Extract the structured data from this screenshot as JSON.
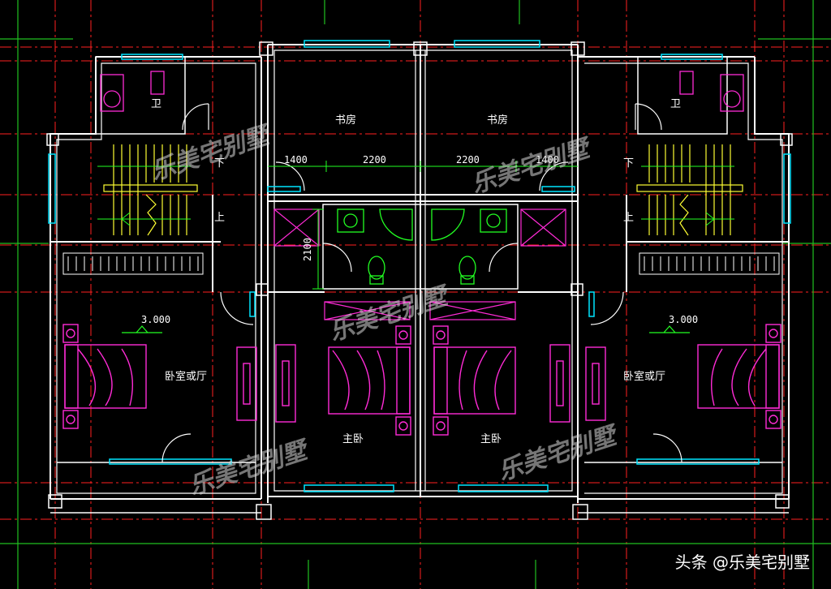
{
  "rooms": {
    "bathroom_left": "卫",
    "bathroom_right": "卫",
    "study_left": "书房",
    "study_right": "书房",
    "bedroom_or_hall_left": "卧室或厅",
    "bedroom_or_hall_right": "卧室或厅",
    "master_bedroom_left": "主卧",
    "master_bedroom_right": "主卧"
  },
  "stairs": {
    "down_left": "下",
    "up_left": "上",
    "down_right": "下",
    "up_right": "上"
  },
  "dimensions": {
    "d1": "1400",
    "d2": "2200",
    "d3": "2200",
    "d4": "1400",
    "d5": "2100"
  },
  "levels": {
    "left": "3.000",
    "right": "3.000"
  },
  "watermark": "乐美宅别墅",
  "credit": "头条 @乐美宅别墅",
  "colors": {
    "background": "#000000",
    "wall": "#ffffff",
    "window": "#00e5ff",
    "furniture": "#ff2bd6",
    "stairs": "#ffff33",
    "fixtures": "#22ff22",
    "axis": "#ff2020",
    "axis_green": "#20c020"
  }
}
